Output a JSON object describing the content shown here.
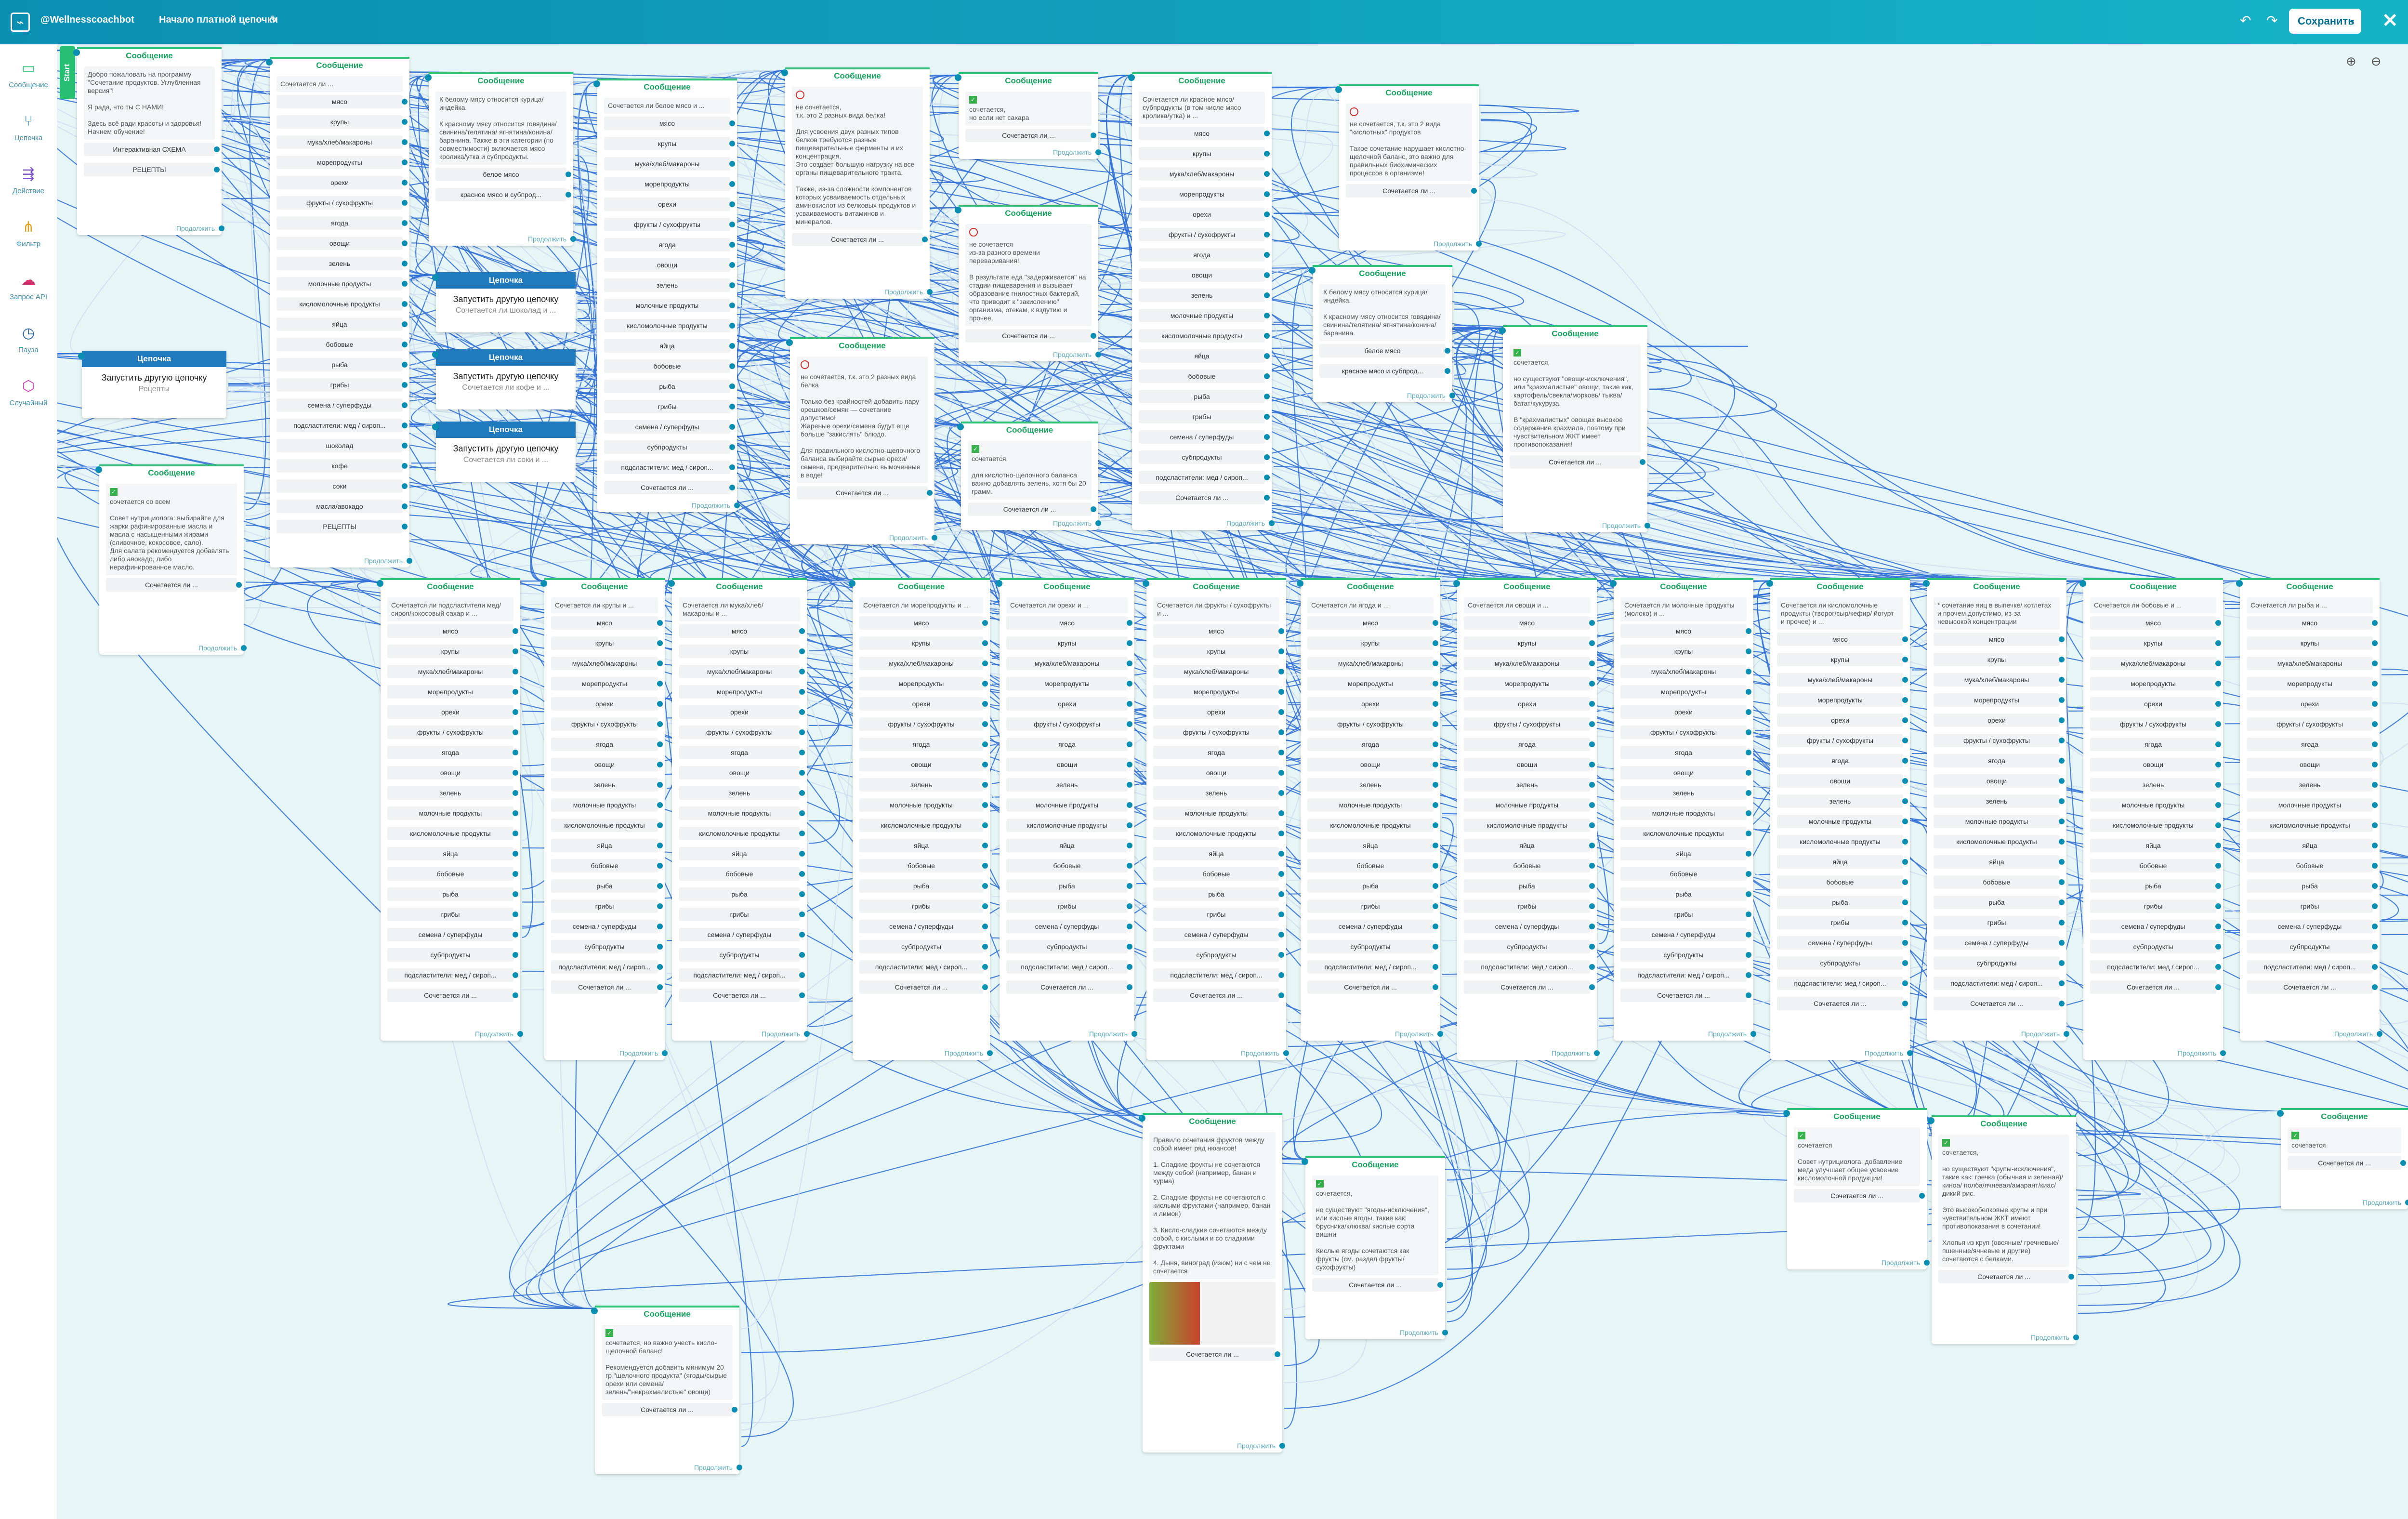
{
  "header": {
    "bot_name": "@Wellnesscoachbot",
    "chain_name": "Начало платной цепочки",
    "save_label": "Сохранить"
  },
  "sidebar": {
    "items": [
      {
        "label": "Сообщение",
        "icon": "message-icon"
      },
      {
        "label": "Цепочка",
        "icon": "chain-icon"
      },
      {
        "label": "Действие",
        "icon": "action-icon"
      },
      {
        "label": "Фильтр",
        "icon": "filter-icon"
      },
      {
        "label": "Запрос API",
        "icon": "api-icon"
      },
      {
        "label": "Пауза",
        "icon": "timer-icon"
      },
      {
        "label": "Случайный",
        "icon": "random-icon"
      }
    ]
  },
  "start_label": "Start",
  "common": {
    "msg_title": "Сообщение",
    "chain_title": "Цепочка",
    "continue": "Продолжить",
    "launch_chain": "Запустить другую цепочку"
  },
  "nodes": {
    "welcome": {
      "text": "Добро пожаловать на программу \"Сочетание продуктов. Углубленная версия\"!\n\nЯ рада, что ты С НАМИ!\n\nЗдесь всё ради красоты и здоровья!\nНачнем обучение!",
      "buttons": [
        "Интерактивная СХЕМА",
        "РЕЦЕПТЫ"
      ]
    },
    "chain_recipes": {
      "sub": "Рецепты"
    },
    "combo_all": {
      "text": "сочетается со всем\n\nСовет нутрициолога: выбирайте для жарки рафинированные масла и масла с насыщенными жирами (сливочное, кокосовое, сало).\nДля салата рекомендуется добавлять либо авокадо, либо нерафинированное масло.",
      "buttons": [
        "Сочетается ли ..."
      ]
    },
    "product_list": {
      "header": "Сочетается ли ...",
      "buttons": [
        "мясо",
        "крупы",
        "мука/хлеб/макароны",
        "морепродукты",
        "орехи",
        "фрукты / сухофрукты",
        "ягода",
        "овощи",
        "зелень",
        "молочные продукты",
        "кисломолочные продукты",
        "яйца",
        "бобовые",
        "рыба",
        "грибы",
        "семена / суперфуды",
        "подсластители: мед / сироп...",
        "шоколад",
        "кофе",
        "соки",
        "масла/авокадо",
        "РЕЦЕПТЫ"
      ]
    },
    "white_meat": {
      "text": "К белому мясу относится курица/индейка.\n\nК красному мясу относится говядина/свинина/телятина/ ягнятина/конина/баранина. Также в эти категории (по совместимости) включается мясо кролика/утка и субпродукты.",
      "buttons": [
        "белое мясо",
        "красное мясо и субпрод..."
      ]
    },
    "chain_choc": {
      "sub": "Сочетается ли шоколад и ..."
    },
    "chain_coffee": {
      "sub": "Сочетается ли кофе и ..."
    },
    "chain_juice": {
      "sub": "Сочетается ли соки и ..."
    },
    "white_meat_list": {
      "header": "Сочетается ли белое мясо и ...",
      "buttons": [
        "мясо",
        "крупы",
        "мука/хлеб/макароны",
        "морепродукты",
        "орехи",
        "фрукты / сухофрукты",
        "ягода",
        "овощи",
        "зелень",
        "молочные продукты",
        "кисломолочные продукты",
        "яйца",
        "бобовые",
        "рыба",
        "грибы",
        "семена / суперфуды",
        "субпродукты",
        "подсластители: мед / сироп...",
        "Сочетается ли ..."
      ]
    },
    "no_two_proteins": {
      "text": "не сочетается,\nт.к. это 2 разных вида белка!\n\nДля усвоения двух разных типов белков требуются разные пищеварительные ферменты и их концентрация.\nЭто создает большую нагрузку на все органы пищеварительного тракта.\n\nТакже, из-за сложности компонентов которых усваиваемость отдельных аминокислот из белковых продуктов и усваиваемость витаминов и минералов.",
      "buttons": [
        "Сочетается ли ..."
      ]
    },
    "no_two_proteins2": {
      "text": "не сочетается, т.к. это 2 разных вида белка\n\nТолько без крайностей добавить пару орешков/семян — сочетание допустимо!\nЖареные орехи/семена будут еще больше \"закислять\" блюдо.\n\nДля правильного кислотно-щелочного баланса выбирайте сырые орехи/семена, предварительно вымоченные в воде!",
      "buttons": [
        "Сочетается ли ..."
      ]
    },
    "ok_no_sugar": {
      "text": "сочетается,\nно если нет сахара",
      "buttons": [
        "Сочетается ли ..."
      ]
    },
    "no_digest_time": {
      "text": "не сочетается\nиз-за разного времени переваривания!\n\nВ результате еда \"задерживается\" на стадии пищеварения и вызывает образование гнилостных бактерий, что приводит к \"закислению\" организма, отекам, к вздутию и прочее.",
      "buttons": [
        "Сочетается ли ..."
      ]
    },
    "ok_greens": {
      "text": "сочетается,\n\nдля кислотно-щелочного баланса важно добавлять зелень, хотя бы 20 грамм.",
      "buttons": [
        "Сочетается ли ..."
      ]
    },
    "red_meat_list": {
      "header": "Сочетается ли красное мясо/ субпродукты (в том числе мясо кролика/утка) и ...",
      "buttons": [
        "мясо",
        "крупы",
        "мука/хлеб/макароны",
        "морепродукты",
        "орехи",
        "фрукты / сухофрукты",
        "ягода",
        "овощи",
        "зелень",
        "молочные продукты",
        "кисломолочные продукты",
        "яйца",
        "бобовые",
        "рыба",
        "грибы",
        "семена / суперфуды",
        "субпродукты",
        "подсластители: мед / сироп...",
        "Сочетается ли ..."
      ]
    },
    "no_acid_proteins": {
      "text": "не сочетается, т.к. это 2 вида \"кислотных\" продуктов\n\nТакое сочетание нарушает кислотно-щелочной баланс, это важно для правильных биохимических процессов в организме!",
      "buttons": [
        "Сочетается ли ..."
      ]
    },
    "white_meat2": {
      "text": "К белому мясу относится курица/индейка.\n\nК красному мясу относится говядина/свинина/телятина/ ягнятина/конина/баранина.",
      "buttons": [
        "белое мясо",
        "красное мясо и субпрод..."
      ]
    },
    "ok_veg_exceptions": {
      "text": "сочетается,\n\nно существуют \"овощи-исключения\", или \"крахмалистые\" овощи, такие как, картофель/свекла/морковь/ тыква/батат/кукуруза.\n\nВ \"крахмалистых\" овощах высокое содержание крахмала, поэтому при чувствительном ЖКТ имеет противопоказания!",
      "buttons": [
        "Сочетается ли ..."
      ]
    },
    "row_lists": [
      {
        "header": "Сочетается ли подсластители мед/сироп/кокосовый сахар и ...",
        "buttons": [
          "мясо",
          "крупы",
          "мука/хлеб/макароны",
          "морепродукты",
          "орехи",
          "фрукты / сухофрукты",
          "ягода",
          "овощи",
          "зелень",
          "молочные продукты",
          "кисломолочные продукты",
          "яйца",
          "бобовые",
          "рыба",
          "грибы",
          "семена / суперфуды",
          "субпродукты",
          "подсластители: мед / сироп...",
          "Сочетается ли ..."
        ]
      },
      {
        "header": "Сочетается ли крупы и ...",
        "buttons": [
          "мясо",
          "крупы",
          "мука/хлеб/макароны",
          "морепродукты",
          "орехи",
          "фрукты / сухофрукты",
          "ягода",
          "овощи",
          "зелень",
          "молочные продукты",
          "кисломолочные продукты",
          "яйца",
          "бобовые",
          "рыба",
          "грибы",
          "семена / суперфуды",
          "субпродукты",
          "подсластители: мед / сироп...",
          "Сочетается ли ..."
        ]
      },
      {
        "header": "Сочетается ли мука/хлеб/ макароны и ...",
        "buttons": [
          "мясо",
          "крупы",
          "мука/хлеб/макароны",
          "морепродукты",
          "орехи",
          "фрукты / сухофрукты",
          "ягода",
          "овощи",
          "зелень",
          "молочные продукты",
          "кисломолочные продукты",
          "яйца",
          "бобовые",
          "рыба",
          "грибы",
          "семена / суперфуды",
          "субпродукты",
          "подсластители: мед / сироп...",
          "Сочетается ли ..."
        ]
      },
      {
        "header": "Сочетается ли морепродукты и ...",
        "buttons": [
          "мясо",
          "крупы",
          "мука/хлеб/макароны",
          "морепродукты",
          "орехи",
          "фрукты / сухофрукты",
          "ягода",
          "овощи",
          "зелень",
          "молочные продукты",
          "кисломолочные продукты",
          "яйца",
          "бобовые",
          "рыба",
          "грибы",
          "семена / суперфуды",
          "субпродукты",
          "подсластители: мед / сироп...",
          "Сочетается ли ..."
        ]
      },
      {
        "header": "Сочетается ли орехи и ...",
        "buttons": [
          "мясо",
          "крупы",
          "мука/хлеб/макароны",
          "морепродукты",
          "орехи",
          "фрукты / сухофрукты",
          "ягода",
          "овощи",
          "зелень",
          "молочные продукты",
          "кисломолочные продукты",
          "яйца",
          "бобовые",
          "рыба",
          "грибы",
          "семена / суперфуды",
          "субпродукты",
          "подсластители: мед / сироп...",
          "Сочетается ли ..."
        ]
      },
      {
        "header": "Сочетается ли фрукты / сухофрукты и ...",
        "buttons": [
          "мясо",
          "крупы",
          "мука/хлеб/макароны",
          "морепродукты",
          "орехи",
          "фрукты / сухофрукты",
          "ягода",
          "овощи",
          "зелень",
          "молочные продукты",
          "кисломолочные продукты",
          "яйца",
          "бобовые",
          "рыба",
          "грибы",
          "семена / суперфуды",
          "субпродукты",
          "подсластители: мед / сироп...",
          "Сочетается ли ..."
        ]
      },
      {
        "header": "Сочетается ли ягода и ...",
        "buttons": [
          "мясо",
          "крупы",
          "мука/хлеб/макароны",
          "морепродукты",
          "орехи",
          "фрукты / сухофрукты",
          "ягода",
          "овощи",
          "зелень",
          "молочные продукты",
          "кисломолочные продукты",
          "яйца",
          "бобовые",
          "рыба",
          "грибы",
          "семена / суперфуды",
          "субпродукты",
          "подсластители: мед / сироп...",
          "Сочетается ли ..."
        ]
      },
      {
        "header": "Сочетается ли овощи и ...",
        "buttons": [
          "мясо",
          "крупы",
          "мука/хлеб/макароны",
          "морепродукты",
          "орехи",
          "фрукты / сухофрукты",
          "ягода",
          "овощи",
          "зелень",
          "молочные продукты",
          "кисломолочные продукты",
          "яйца",
          "бобовые",
          "рыба",
          "грибы",
          "семена / суперфуды",
          "субпродукты",
          "подсластители: мед / сироп...",
          "Сочетается ли ..."
        ]
      },
      {
        "header": "Сочетается ли молочные продукты (молоко) и ...",
        "buttons": [
          "мясо",
          "крупы",
          "мука/хлеб/макароны",
          "морепродукты",
          "орехи",
          "фрукты / сухофрукты",
          "ягода",
          "овощи",
          "зелень",
          "молочные продукты",
          "кисломолочные продукты",
          "яйца",
          "бобовые",
          "рыба",
          "грибы",
          "семена / суперфуды",
          "субпродукты",
          "подсластители: мед / сироп...",
          "Сочетается ли ..."
        ]
      },
      {
        "header": "Сочетается ли кисломолочные продукты (творог/сыр/кефир/ йогурт и прочее) и ...",
        "buttons": [
          "мясо",
          "крупы",
          "мука/хлеб/макароны",
          "морепродукты",
          "орехи",
          "фрукты / сухофрукты",
          "ягода",
          "овощи",
          "зелень",
          "молочные продукты",
          "кисломолочные продукты",
          "яйца",
          "бобовые",
          "рыба",
          "грибы",
          "семена / суперфуды",
          "субпродукты",
          "подсластители: мед / сироп...",
          "Сочетается ли ..."
        ]
      },
      {
        "header": "* сочетание яиц в выпечке/ котлетах и прочем допустимо, из-за невысокой концентрации",
        "buttons": [
          "мясо",
          "крупы",
          "мука/хлеб/макароны",
          "морепродукты",
          "орехи",
          "фрукты / сухофрукты",
          "ягода",
          "овощи",
          "зелень",
          "молочные продукты",
          "кисломолочные продукты",
          "яйца",
          "бобовые",
          "рыба",
          "грибы",
          "семена / суперфуды",
          "субпродукты",
          "подсластители: мед / сироп...",
          "Сочетается ли ..."
        ]
      },
      {
        "header": "Сочетается ли бобовые и ...",
        "buttons": [
          "мясо",
          "крупы",
          "мука/хлеб/макароны",
          "морепродукты",
          "орехи",
          "фрукты / сухофрукты",
          "ягода",
          "овощи",
          "зелень",
          "молочные продукты",
          "кисломолочные продукты",
          "яйца",
          "бобовые",
          "рыба",
          "грибы",
          "семена / суперфуды",
          "субпродукты",
          "подсластители: мед / сироп...",
          "Сочетается ли ..."
        ]
      },
      {
        "header": "Сочетается ли рыба и ...",
        "buttons": [
          "мясо",
          "крупы",
          "мука/хлеб/макароны",
          "морепродукты",
          "орехи",
          "фрукты / сухофрукты",
          "ягода",
          "овощи",
          "зелень",
          "молочные продукты",
          "кисломолочные продукты",
          "яйца",
          "бобовые",
          "рыба",
          "грибы",
          "семена / суперфуды",
          "субпродукты",
          "подсластители: мед / сироп...",
          "Сочетается ли ..."
        ]
      }
    ],
    "fruit_rules": {
      "text": "Правило сочетания фруктов между собой имеет ряд нюансов!\n\n1. Сладкие фрукты не сочетаются между собой (например, банан и хурма)\n\n2. Сладкие фрукты не сочетаются с кислыми фруктами (например, банан и лимон)\n\n3. Кисло-сладкие сочетаются между собой, с кислыми и со сладкими фруктами\n\n4. Дыня, виноград (изюм) ни с чем не сочетается",
      "buttons": [
        "Сочетается ли ..."
      ]
    },
    "ok_berry_exceptions": {
      "text": "сочетается,\n\nно существуют \"ягоды-исключения\", или кислые ягоды, такие как: брусника/клюква/ кислые сорта вишни\n\nКислые ягоды сочетаются как фрукты (см. раздел фрукты/ сухофрукты)",
      "buttons": [
        "Сочетается ли ..."
      ]
    },
    "ok_acid_balance": {
      "text": "сочетается, но важно учесть кисло-щелочной баланс!\n\nРекомендуется добавить минимум 20 гр \"щелочного продукта\" (ягоды/сырые орехи или семена/ зелень/\"некрахмалистые\" овощи)",
      "buttons": [
        "Сочетается ли ..."
      ]
    },
    "ok_nutri_tip": {
      "text": "сочетается\n\nСовет нутрициолога: добавление меда улучшает общее усвоение кисломолочной продукции!",
      "buttons": [
        "Сочетается ли ..."
      ]
    },
    "ok_grain_exceptions": {
      "text": "сочетается,\n\nно существуют \"крупы-исключения\", такие как: гречка (обычная и зеленая)/киноа/ полба/ячневая/амарант/киас/ дикий рис.\n\nЭто высокобелковые крупы и при чувствительном ЖКТ имеют противопоказания в сочетании!\n\nХлопья из круп (овсяные/ гречневые/пшенные/ячневые и другие) сочетаются с белками.",
      "buttons": [
        "Сочетается ли ..."
      ]
    },
    "ok_simple": {
      "text": "сочетается",
      "buttons": [
        "Сочетается ли ..."
      ]
    }
  }
}
